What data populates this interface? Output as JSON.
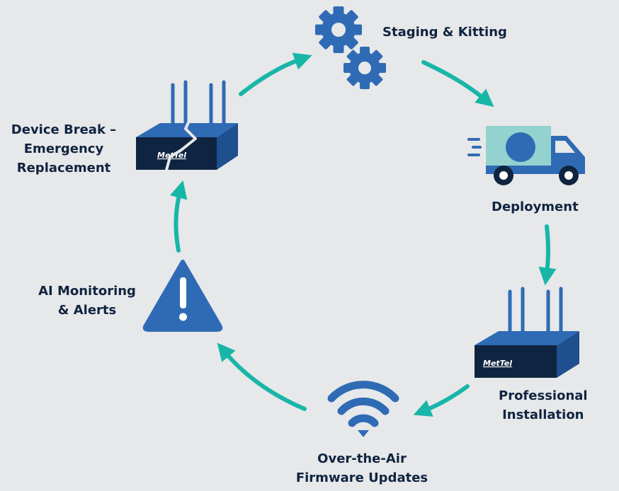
{
  "colors": {
    "background": "#e7e8ea",
    "accent": "#18b6a8",
    "icon_blue": "#2f6bb5",
    "icon_dark": "#1e4f8f",
    "navy": "#0f2440",
    "teal_light": "#93d2cf"
  },
  "stages": [
    {
      "icon": "gears-icon",
      "lines": [
        "Staging & Kitting"
      ]
    },
    {
      "icon": "truck-icon",
      "lines": [
        "Deployment"
      ]
    },
    {
      "icon": "router-icon",
      "lines": [
        "Professional",
        "Installation"
      ]
    },
    {
      "icon": "wifi-icon",
      "lines": [
        "Over-the-Air",
        "Firmware Updates"
      ]
    },
    {
      "icon": "warning-icon",
      "lines": [
        "AI Monitoring",
        "& Alerts"
      ]
    },
    {
      "icon": "broken-router-icon",
      "lines": [
        "Device Break –",
        "Emergency",
        "Replacement"
      ]
    }
  ],
  "brand": {
    "logo_text": "MetTel"
  }
}
